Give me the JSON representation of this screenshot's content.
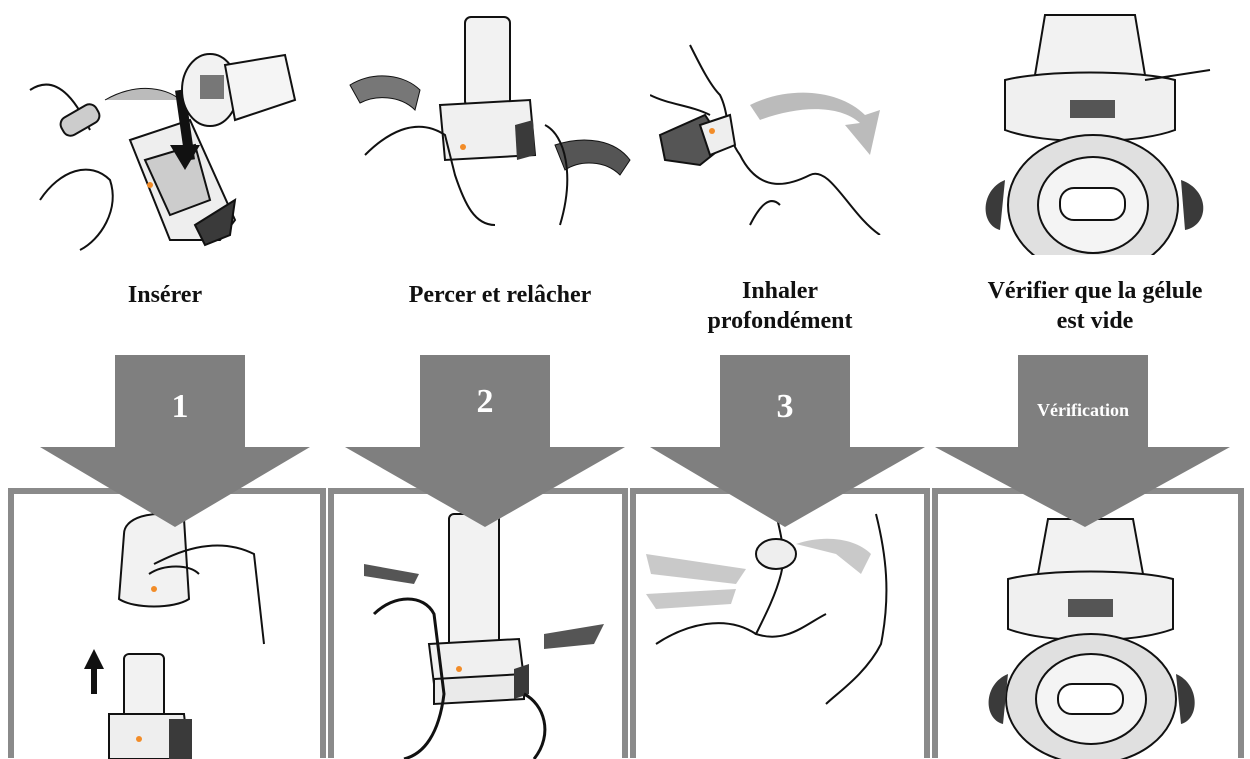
{
  "steps": [
    {
      "caption": "Insérer",
      "arrow_label": "1"
    },
    {
      "caption": "Percer et relâcher",
      "arrow_label": "2"
    },
    {
      "caption": "Inhaler\nprofondément",
      "arrow_label": "3"
    },
    {
      "caption": "Vérifier que la gélule\nest vide",
      "arrow_label": "Vérification"
    }
  ],
  "colors": {
    "arrow": "#7f7f7f",
    "panel_border": "#8a8a8a",
    "accent": "#f28c28",
    "device": "#e9e9e9",
    "dark_part": "#3a3a3a"
  }
}
